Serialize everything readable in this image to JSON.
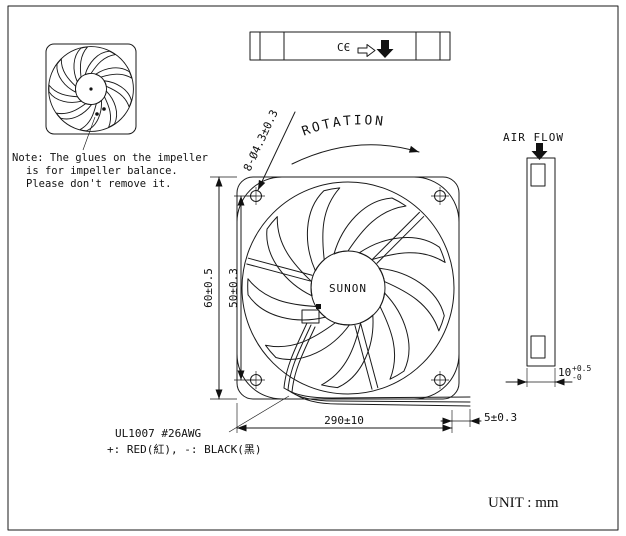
{
  "drawing": {
    "note": {
      "line1": "Note: The glues on the impeller",
      "line2": "is for impeller balance.",
      "line3": "Please don't remove it."
    },
    "rotation_label": "ROTATION",
    "airflow_label": "AIR FLOW",
    "brand": "SUNON",
    "ce_mark": "CЄ",
    "dims": {
      "mounting_holes": "8-Ø4.3±0.3",
      "frame_size": "60±0.5",
      "hole_pitch": "50±0.3",
      "thickness_value": "10",
      "thickness_tol_upper": "+0.5",
      "thickness_tol_lower": "-0",
      "lead_length": "290±10",
      "lead_end": "5±0.3"
    },
    "wire_spec": {
      "line1": "UL1007  #26AWG",
      "line2": "+: RED(紅), -: BLACK(黑)"
    },
    "unit": "UNIT : mm"
  }
}
